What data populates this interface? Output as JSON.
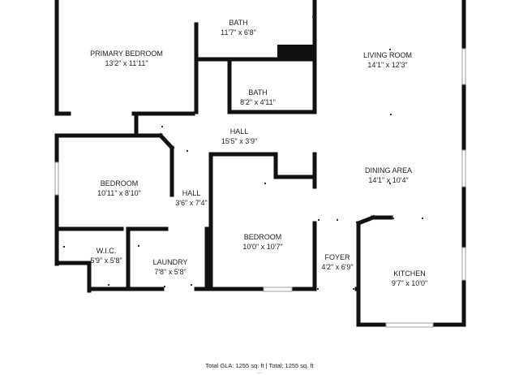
{
  "rooms": {
    "primary_bedroom": {
      "name": "PRIMARY BEDROOM",
      "dim": "13'2\" x 11'11\""
    },
    "bath_upper": {
      "name": "BATH",
      "dim": "11'7\" x 6'8\""
    },
    "bath_lower": {
      "name": "BATH",
      "dim": "8'2\" x 4'11\""
    },
    "living_room": {
      "name": "LIVING ROOM",
      "dim": "14'1\" x 12'3\""
    },
    "hall_main": {
      "name": "HALL",
      "dim": "15'5\" x 3'9\""
    },
    "bedroom_left": {
      "name": "BEDROOM",
      "dim": "10'11\" x 8'10\""
    },
    "hall_small": {
      "name": "HALL",
      "dim": "3'6\" x 7'4\""
    },
    "dining_area": {
      "name": "DINING AREA",
      "dim": "14'1\" x 10'4\""
    },
    "bedroom_center": {
      "name": "BEDROOM",
      "dim": "10'0\" x 10'7\""
    },
    "wic": {
      "name": "W.I.C.",
      "dim": "5'9\" x 5'8\""
    },
    "laundry": {
      "name": "LAUNDRY",
      "dim": "7'8\" x 5'8\""
    },
    "foyer": {
      "name": "FOYER",
      "dim": "4'2\" x 6'9\""
    },
    "kitchen": {
      "name": "KITCHEN",
      "dim": "9'7\" x 10'0\""
    }
  },
  "footer": {
    "gla": "Total GLA: 1255 sq. ft | Total: 1255 sq. ft",
    "sub": "..."
  },
  "colors": {
    "wall": "#111111",
    "window": "#9aa0a6",
    "door_tick": "#333333"
  }
}
